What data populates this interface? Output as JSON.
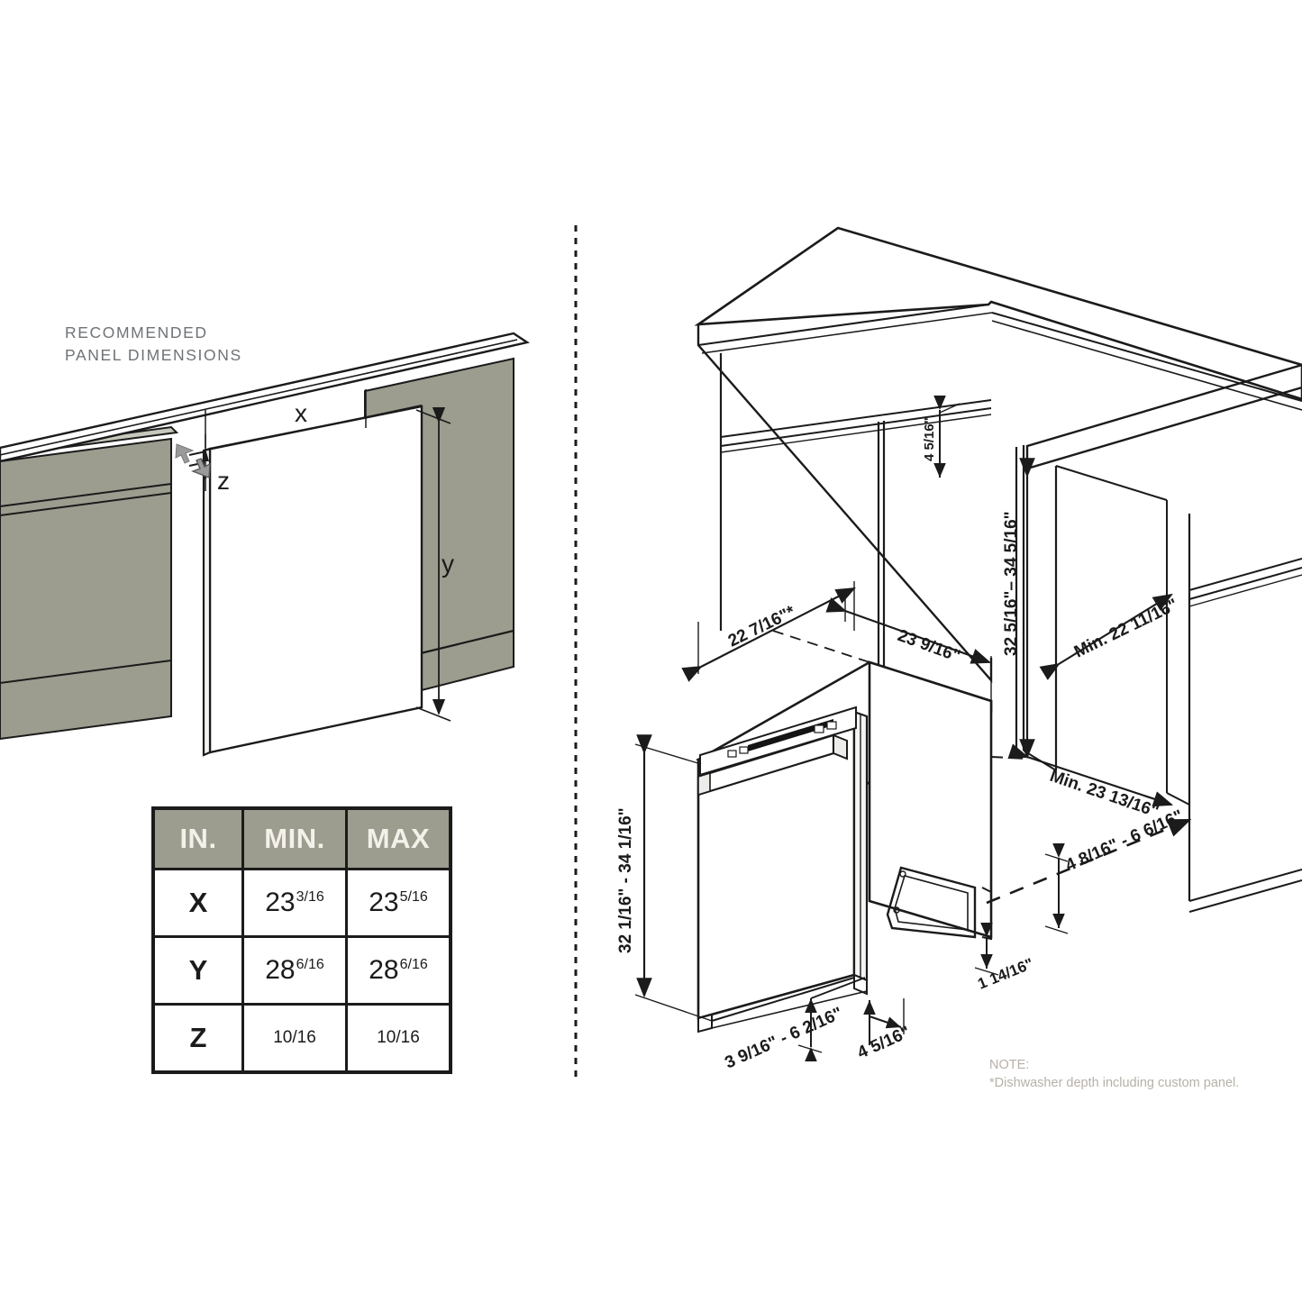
{
  "heading": "RECOMMENDED\nPANEL DIMENSIONS",
  "note": "NOTE:\n*Dishwasher depth including custom panel.",
  "panel_labels": {
    "x": "x",
    "y": "y",
    "z": "z"
  },
  "table": {
    "headers": [
      "IN.",
      "MIN.",
      "MAX"
    ],
    "rows": [
      {
        "key": "X",
        "min_whole": "23",
        "min_frac": "3/16",
        "max_whole": "23",
        "max_frac": "5/16"
      },
      {
        "key": "Y",
        "min_whole": "28",
        "min_frac": "6/16",
        "max_whole": "28",
        "max_frac": "6/16"
      },
      {
        "key": "Z",
        "min_whole": "",
        "min_frac": "10/16",
        "max_whole": "",
        "max_frac": "10/16"
      }
    ]
  },
  "dimensions": {
    "depth_with_panel": "22 7/16\"*",
    "width_top": "23 9/16\"",
    "opening_height": "32 5/16\"– 34 5/16\"",
    "min_opening_depth": "Min. 22 11/16\"",
    "min_clearance_depth": "Min. 23 13/16\"",
    "rear_offset_range": "4 8/16\" - 6 6/16\"",
    "toe_height": "1 14/16\"",
    "unit_height": "32 1/16\" - 34 1/16\"",
    "front_offset_range": "3 9/16\" - 6 2/16\"",
    "base_depth": "4 5/16\""
  },
  "colors": {
    "line": "#1b1b1b",
    "cabinet_fill": "#9c9c8f",
    "table_header_bg": "#9c9c8f",
    "table_header_text": "#f3f1e9",
    "heading_text": "#6f7377",
    "note_text": "#b7b1a7",
    "background": "#ffffff"
  },
  "icons": {
    "divider": "vertical-dashed-divider-icon",
    "cursor_left": "arrow-cursor-icon",
    "cursor_right": "arrow-cursor-icon"
  }
}
